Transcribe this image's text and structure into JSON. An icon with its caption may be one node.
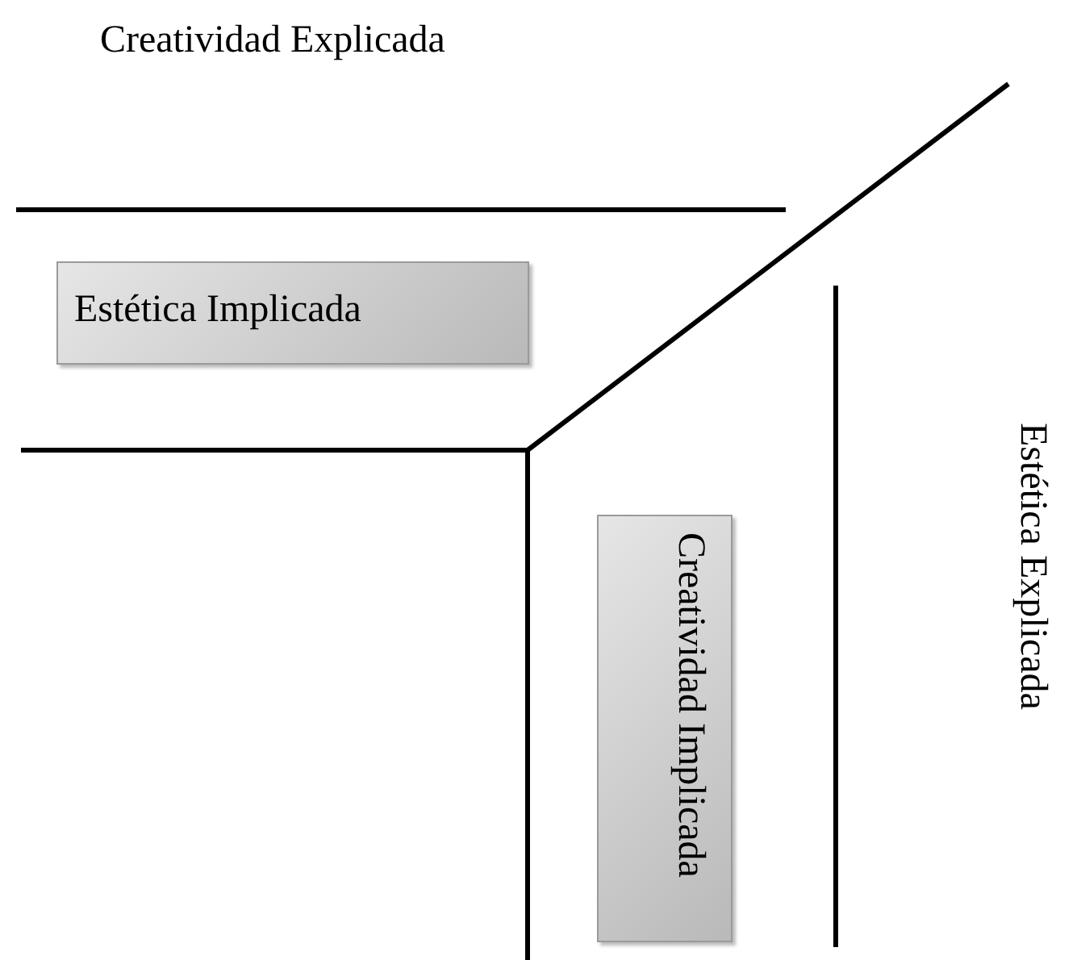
{
  "diagram": {
    "nodes": [
      {
        "text": [
          "Estética Implicada"
        ]
      },
      {
        "text": [
          "Creatividad Implicada"
        ]
      }
    ],
    "labels": [
      "Creatividad Explicada",
      "Estética Explicada"
    ]
  }
}
